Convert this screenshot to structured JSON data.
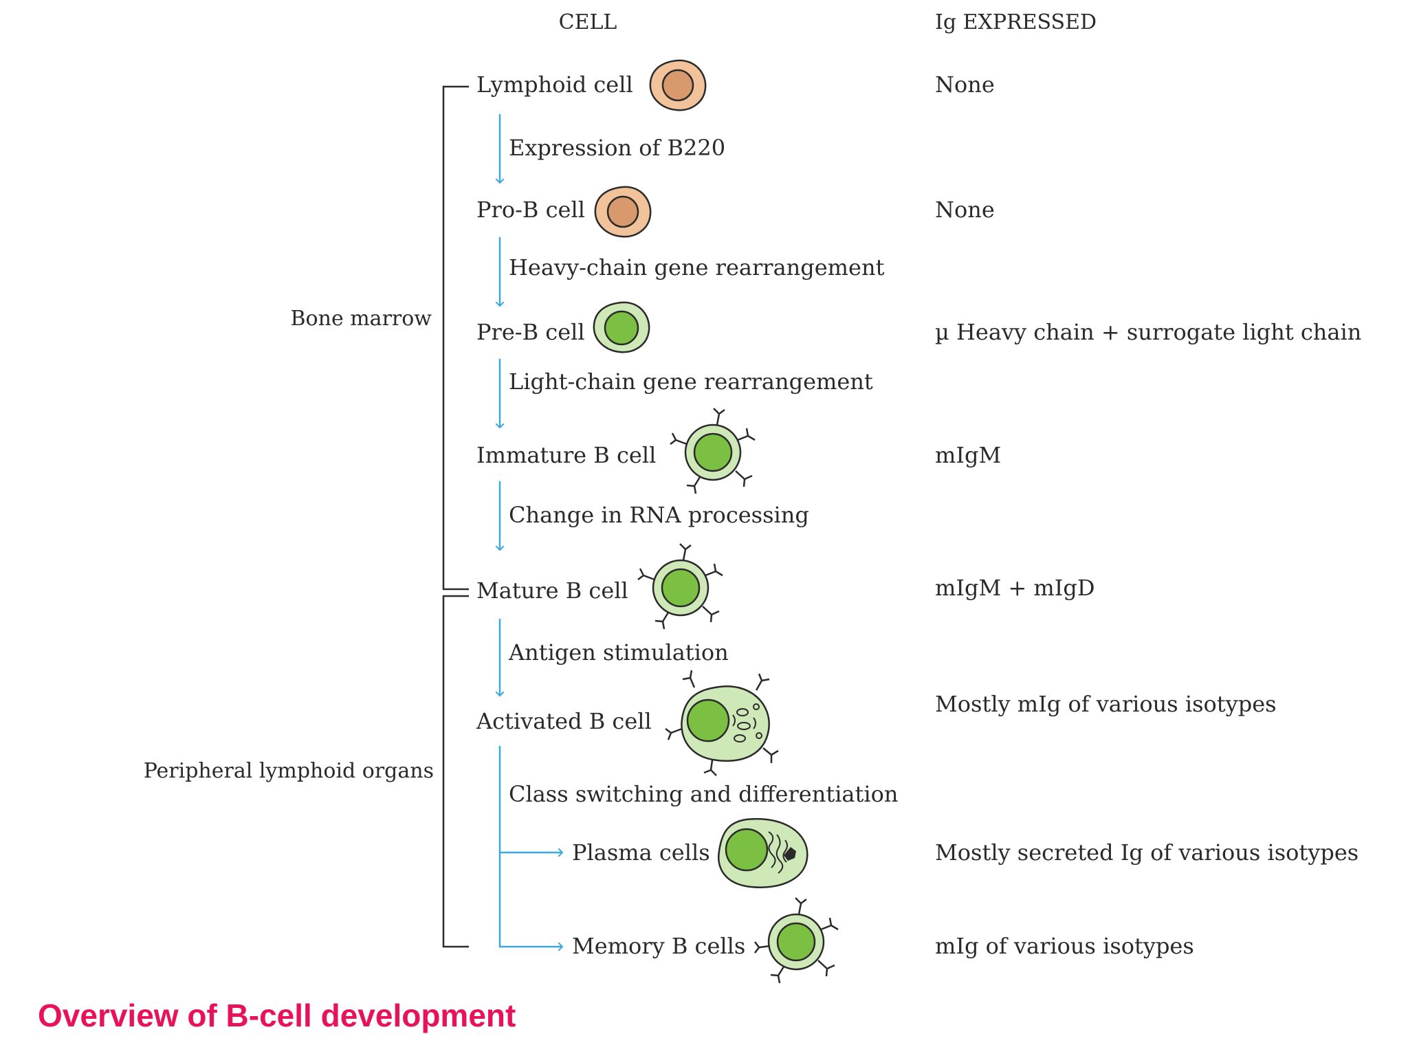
{
  "headers": {
    "cell": "CELL",
    "ig": "Ig EXPRESSED"
  },
  "regions": {
    "bone_marrow": "Bone marrow",
    "peripheral": "Peripheral lymphoid organs"
  },
  "stages": [
    {
      "cell": "Lymphoid cell",
      "ig": "None",
      "cell_style": "plain-orange"
    },
    {
      "cell": "Pro-B cell",
      "ig": "None",
      "cell_style": "plain-orange"
    },
    {
      "cell": "Pre-B cell",
      "ig": "µ Heavy chain + surrogate light chain",
      "cell_style": "plain-green"
    },
    {
      "cell": "Immature B cell",
      "ig": "mIgM",
      "cell_style": "receptor-green"
    },
    {
      "cell": "Mature B cell",
      "ig": "mIgM + mIgD",
      "cell_style": "receptor-green"
    },
    {
      "cell": "Activated B cell",
      "ig": "Mostly mIg of various isotypes",
      "cell_style": "activated-green"
    },
    {
      "cell": "Plasma cells",
      "ig": "Mostly secreted Ig of various isotypes",
      "cell_style": "plasma-green"
    },
    {
      "cell": "Memory B cells",
      "ig": "mIg of various isotypes",
      "cell_style": "receptor-green"
    }
  ],
  "transitions": [
    "Expression of B220",
    "Heavy-chain gene rearrangement",
    "Light-chain gene rearrangement",
    "Change in RNA processing",
    "Antigen stimulation",
    "Class switching and differentiation"
  ],
  "title": "Overview of B-cell development",
  "colors": {
    "arrow": "#3aa8e0",
    "orange_fill": "#f2c29b",
    "orange_nucleus": "#d89a6c",
    "green_outer": "#cfe8b8",
    "green_nucleus": "#7cc043",
    "title": "#e8125c",
    "ink": "#2a2a2a"
  }
}
